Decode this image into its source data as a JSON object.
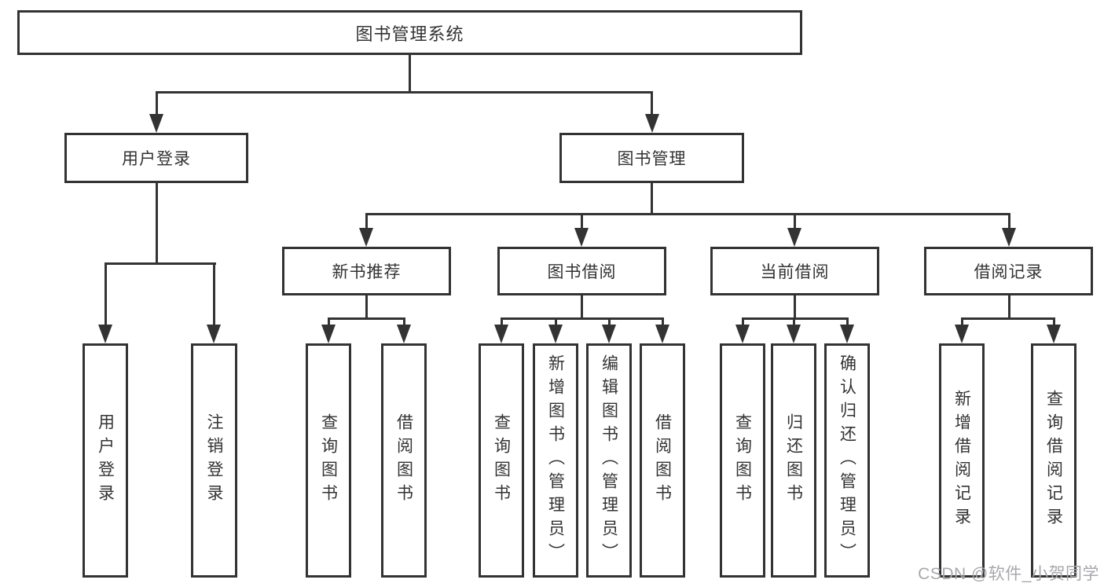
{
  "colors": {
    "line": "#333333",
    "text": "#333333",
    "bg": "#ffffff",
    "watermark": "#a8a8ad"
  },
  "watermark": {
    "text": "CSDN @软件_小贺同学"
  },
  "tree": {
    "label": "图书管理系统",
    "children": [
      {
        "label": "用户登录",
        "children": [
          {
            "label": "用户登录"
          },
          {
            "label": "注销登录"
          }
        ]
      },
      {
        "label": "图书管理",
        "children": [
          {
            "label": "新书推荐",
            "children": [
              {
                "label": "查询图书"
              },
              {
                "label": "借阅图书"
              }
            ]
          },
          {
            "label": "图书借阅",
            "children": [
              {
                "label": "查询图书"
              },
              {
                "label": "新增图书（管理员）"
              },
              {
                "label": "编辑图书（管理员）"
              },
              {
                "label": "借阅图书"
              }
            ]
          },
          {
            "label": "当前借阅",
            "children": [
              {
                "label": "查询图书"
              },
              {
                "label": "归还图书"
              },
              {
                "label": "确认归还（管理员）"
              }
            ]
          },
          {
            "label": "借阅记录",
            "children": [
              {
                "label": "新增借阅记录"
              },
              {
                "label": "查询借阅记录"
              }
            ]
          }
        ]
      }
    ]
  }
}
